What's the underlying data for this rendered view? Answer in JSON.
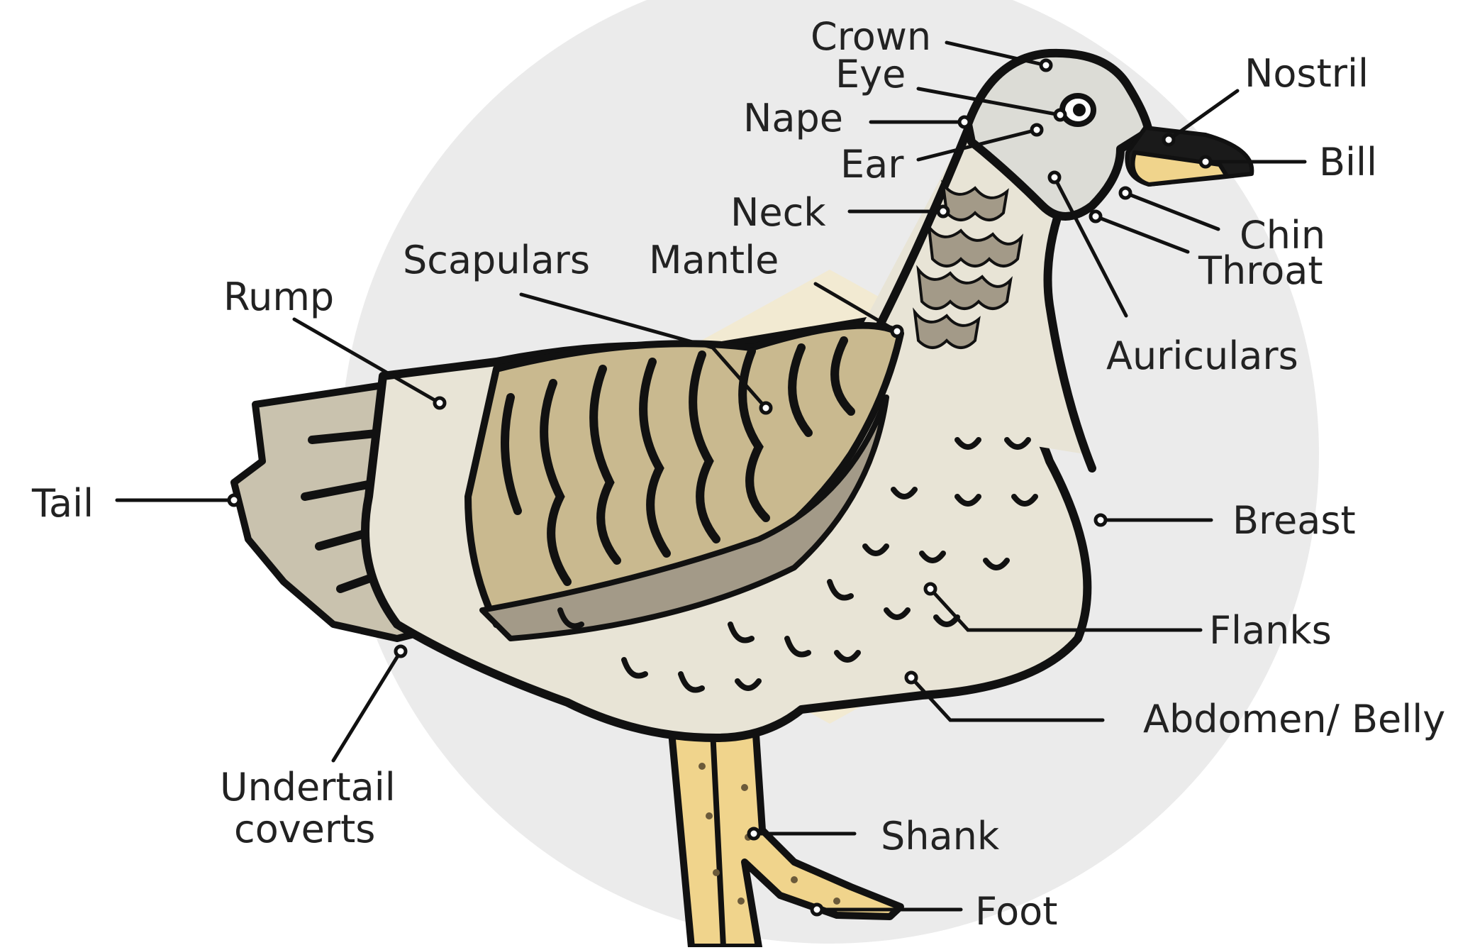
{
  "labels": {
    "crown": "Crown",
    "eye": "Eye",
    "nape": "Nape",
    "ear": "Ear",
    "neck": "Neck",
    "nostril": "Nostril",
    "bill": "Bill",
    "chin": "Chin",
    "throat": "Throat",
    "auriculars": "Auriculars",
    "scapulars": "Scapulars",
    "mantle": "Mantle",
    "rump": "Rump",
    "tail": "Tail",
    "breast": "Breast",
    "flanks": "Flanks",
    "abdomen_belly": "Abdomen/ Belly",
    "undertail_line1": "Undertail",
    "undertail_line2": "coverts",
    "shank": "Shank",
    "foot": "Foot"
  },
  "colors": {
    "background_circle": "#ebebeb",
    "body": "#e8e4d6",
    "head": "#dcdcd6",
    "wing_dark": "#a39a88",
    "wing_light": "#c9b98f",
    "leg": "#f0d48c",
    "bill": "#1a1a1a",
    "outline": "#111111",
    "watermark": "#f5e6b8"
  }
}
